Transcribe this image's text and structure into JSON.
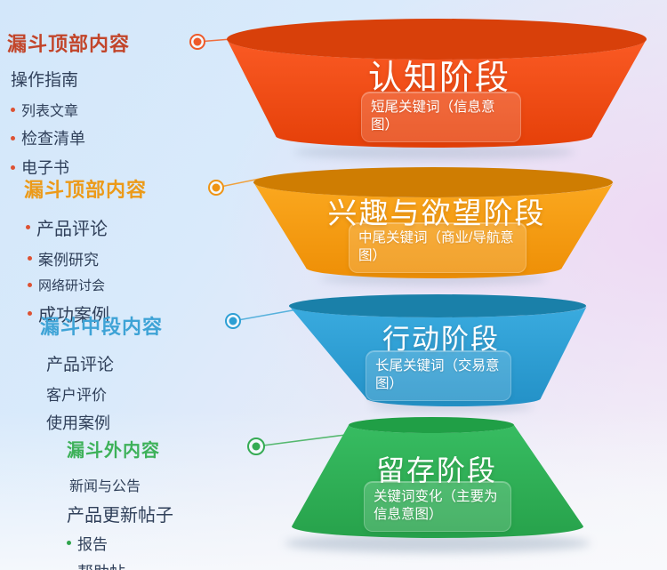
{
  "funnel": {
    "stages": [
      {
        "title": "认知阶段",
        "subtitle": "短尾关键词（信息意\n图）",
        "body_color": "#f44e17",
        "top_color": "#d8400a"
      },
      {
        "title": "兴趣与欲望阶段",
        "subtitle": "中尾关键词（商业/导航意\n图）",
        "body_color": "#f79c0e",
        "top_color": "#cf7d02"
      },
      {
        "title": "行动阶段",
        "subtitle": "长尾关键词（交易意\n图）",
        "body_color": "#2da2d9",
        "top_color": "#1a80a9"
      },
      {
        "title": "留存阶段",
        "subtitle": "关键词变化（主要为\n信息意图）",
        "body_color": "#2eb054",
        "top_color": "#209f46"
      }
    ]
  },
  "side_groups": [
    {
      "title": "漏斗顶部内容",
      "title_color": "#c2452a",
      "items": [
        "操作指南",
        "列表文章",
        "检查清单",
        "电子书"
      ]
    },
    {
      "title": "漏斗顶部内容",
      "title_color": "#ec9a18",
      "items": [
        "产品评论",
        "案例研究",
        "网络研讨会",
        "成功案例"
      ]
    },
    {
      "title": "漏斗中段内容",
      "title_color": "#3ea3d6",
      "items": [
        "产品评论",
        "客户评价",
        "使用案例"
      ]
    },
    {
      "title": "漏斗外内容",
      "title_color": "#3db159",
      "items": [
        "新闻与公告",
        "产品更新帖子",
        "报告",
        "帮助帖"
      ]
    }
  ]
}
